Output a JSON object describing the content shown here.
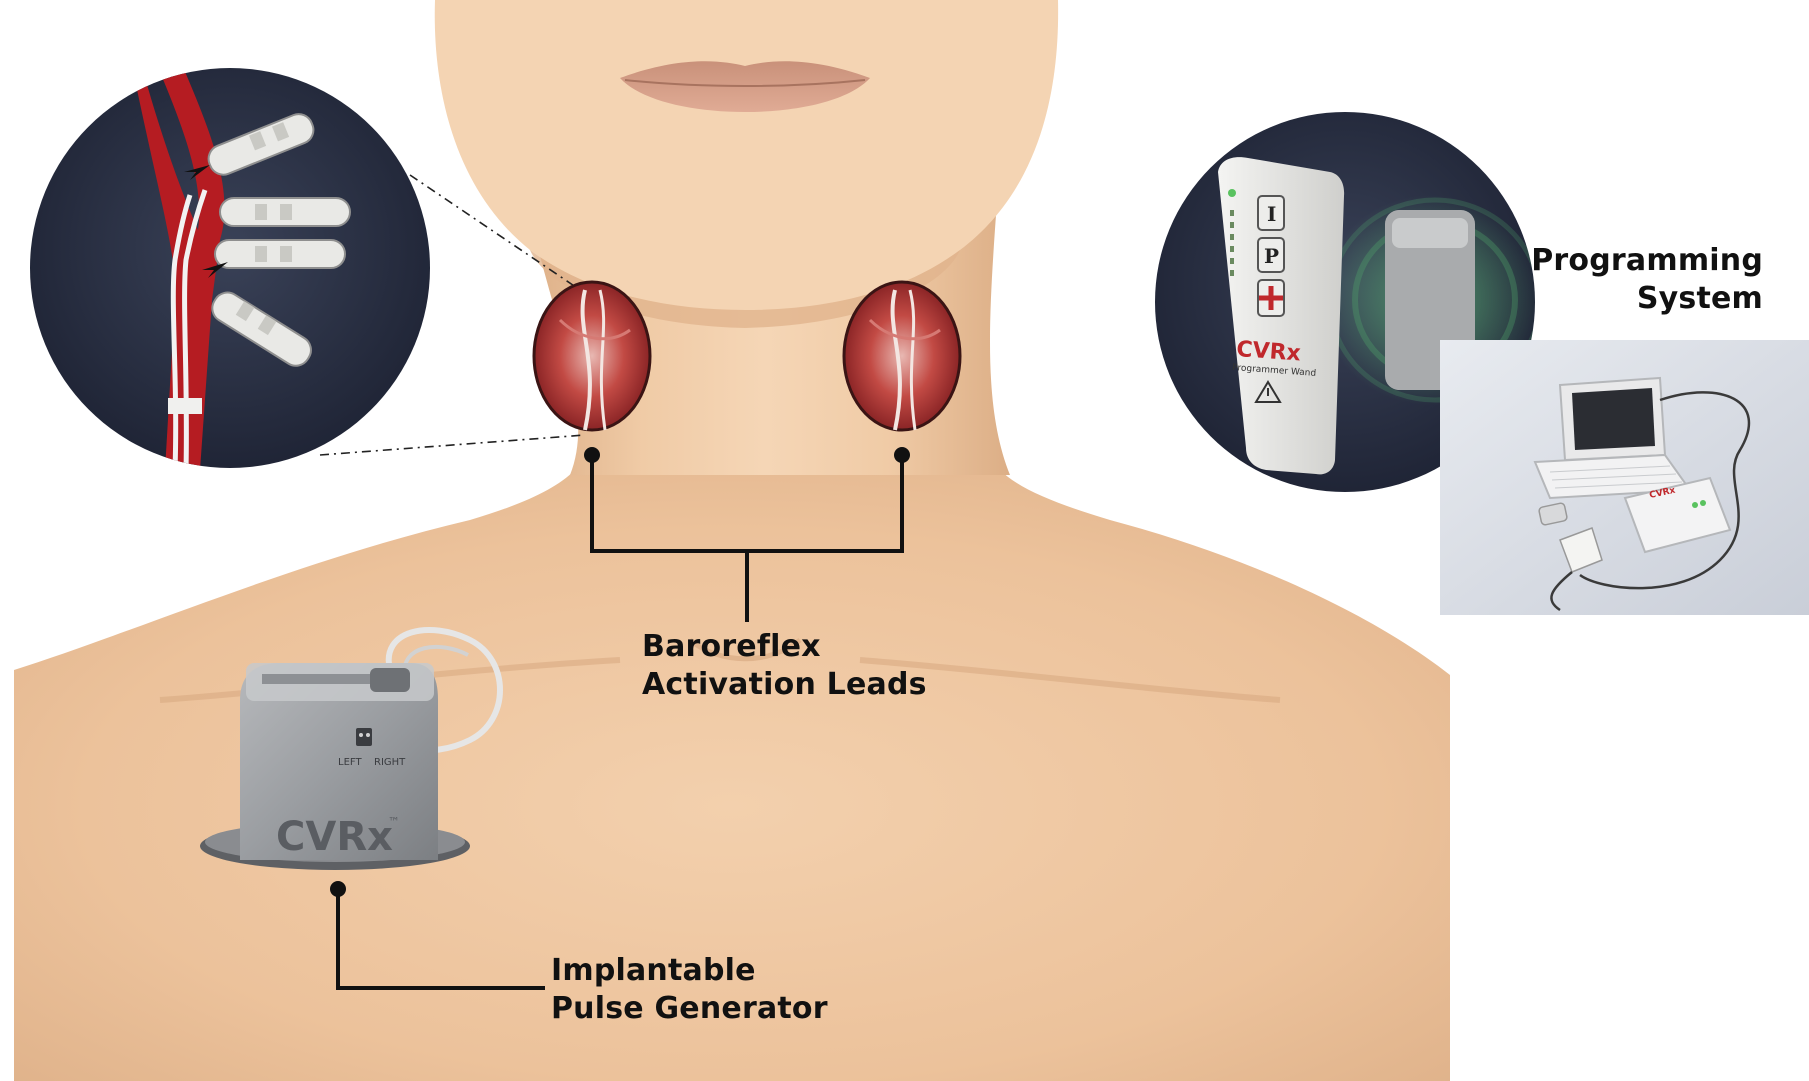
{
  "labels": {
    "baroreflex": {
      "line1": "Baroreflex",
      "line2": "Activation Leads"
    },
    "ipg": {
      "line1": "Implantable",
      "line2": "Pulse Generator"
    },
    "programming": {
      "line1": "Programming",
      "line2": "System"
    }
  },
  "device": {
    "brand": "CVRx",
    "trademark": "™",
    "port_left": "LEFT",
    "port_right": "RIGHT",
    "wand_brand": "CVRx",
    "wand_subtitle": "Programmer Wand",
    "wand_btn_i": "I",
    "wand_btn_p": "P",
    "console_brand": "CVRx"
  },
  "colors": {
    "skin": "#f0c9a4",
    "skin_shadow": "#dcae86",
    "inset_bg": "#242a3d",
    "artery": "#b51c22",
    "programming_bg": "#dde2ea"
  }
}
